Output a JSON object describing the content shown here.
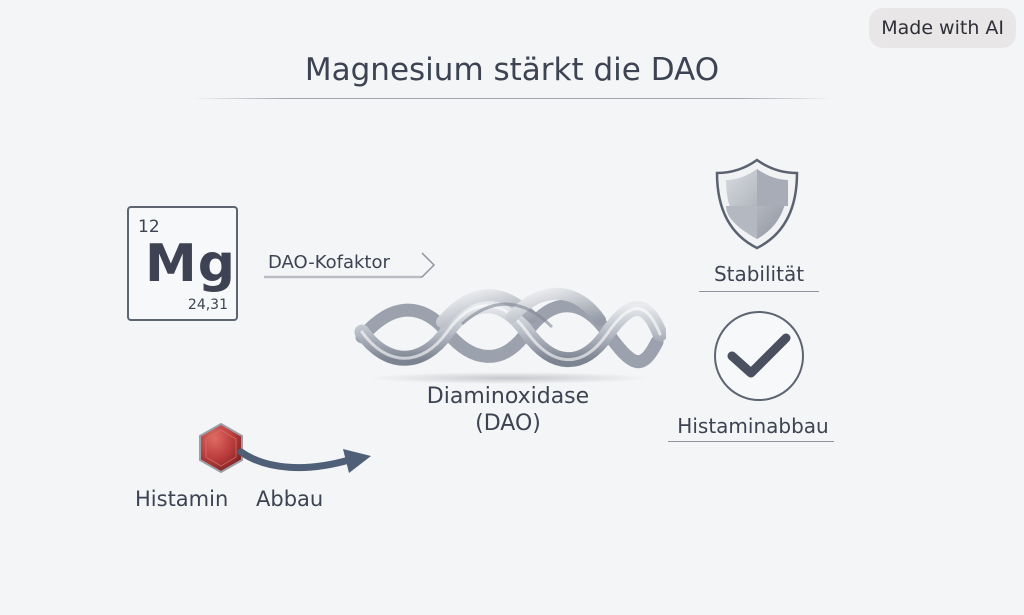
{
  "badge": {
    "label": "Made with AI"
  },
  "title": "Magnesium stärkt die DAO",
  "element": {
    "number": "12",
    "symbol": "Mg",
    "mass": "24,31"
  },
  "cofactor_label": "DAO-Kofaktor",
  "enzyme": {
    "line1": "Diaminoxidase",
    "line2": "(DAO)"
  },
  "effects": {
    "stability": "Stabilität",
    "degradation": "Histaminabbau"
  },
  "histamine": {
    "label": "Histamin",
    "action": "Abbau"
  },
  "colors": {
    "text": "#3d4352",
    "histamine_red": "#b83a3a",
    "shield_gray": "#9aa0aa",
    "check_navy": "#4a5060",
    "arrow_slate": "#4f5f78"
  },
  "icons": [
    "shield-icon",
    "checkmark-icon",
    "histamine-hexagon-icon",
    "helix-icon",
    "arrow-icon"
  ]
}
